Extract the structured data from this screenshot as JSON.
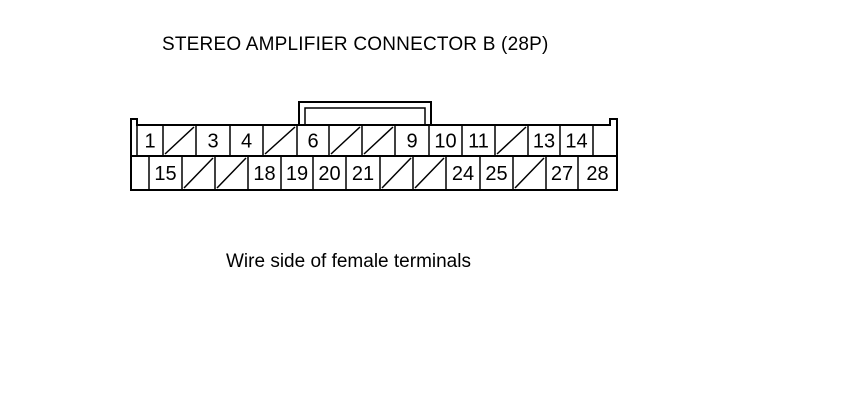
{
  "title": "STEREO AMPLIFIER CONNECTOR B (28P)",
  "caption": "Wire side of female terminals",
  "connector": {
    "row_top": [
      "",
      "1",
      "/",
      "3",
      "4",
      "/",
      "6",
      "/",
      "/",
      "9",
      "10",
      "11",
      "/",
      "13",
      "14",
      ""
    ],
    "row_bottom": [
      "",
      "15",
      "/",
      "/",
      "18",
      "19",
      "20",
      "21",
      "/",
      "/",
      "24",
      "25",
      "/",
      "27",
      "28"
    ]
  }
}
